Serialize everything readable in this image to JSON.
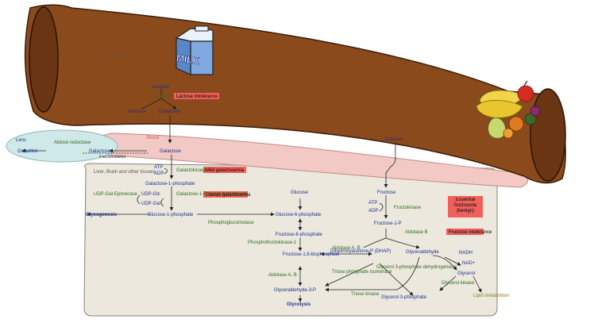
{
  "regions": {
    "intestine": "Intestine",
    "blood": "Blood",
    "lens": "Lens",
    "liver": "Liver, Brain and other tissues"
  },
  "milk_label": "MILK",
  "metabolites": {
    "lactose": "Lactose",
    "glucose_intestine": "Glucose",
    "galactose_intestine": "Galactose",
    "galactose_blood": "Galactose",
    "galactose_lens": "Galactose",
    "galactitol": "Galactitol",
    "sucrose": "Sucrose",
    "atp1": "ATP",
    "adp1": "ADP",
    "galactose_1_p": "Galactose-1-phosphate",
    "udp_glc": "UDP-Glc",
    "udp_gal": "UDP-Gal",
    "glucose_1_p": "Glucose-1-phosphate",
    "glycogenesis": "Glycogenesis",
    "glucose": "Glucose",
    "glucose_6_p": "Glucose-6-phosphate",
    "fructose_6_p": "Fructose-6-phosphate",
    "fructose_16_bp": "Fructose-1,6-bisphosphate",
    "glyceraldehyde_3_p": "Glyceraldehyde-3-P",
    "glycolysis": "Glycolysis",
    "dhap": "Dihydroxyacetone-P (DHAP)",
    "fructose": "Fructose",
    "atp2": "ATP",
    "adp2": "ADP",
    "fructose_1_p": "Fructose-1-P",
    "glyceraldehyde": "Glyceraldehyde",
    "nadh": "NADH",
    "nad": "NAD+",
    "glycerol": "Glycerol",
    "glycerol_3_p": "Glycerol 3-phosphate",
    "lipid_metabolism": "Lipid metabolism"
  },
  "enzymes": {
    "lactase": "Lactase",
    "aldose_reductase": "Aldose reductase",
    "galactokinase": "Galactokinase",
    "galt": "Galactose-1-P-uridylyltransferase",
    "epimerase": "UDP-Gal-Epimerase",
    "phosphoglucomutase": "Phosphoglucomutase",
    "pfk1": "Phosphofructokinase-1",
    "aldolase_ab_1": "Aldolase A, B",
    "aldolase_ab_2": "Aldolase A, B",
    "tpi": "Triose phosphate isomerase",
    "g3pdh": "Glycerol 3-phosphate dehydrogenase",
    "triose_kinase": "Triose kinase",
    "fructokinase": "Fructokinase",
    "aldolase_b": "Aldolase B",
    "glycerol_kinase": "Glycerol kinase"
  },
  "accumulation": "if accumulation",
  "diseases": {
    "lactose_intolerance": "Lactose intolerance",
    "mild_galactosemia": "Mild galactosemia",
    "classic_galactosemia": "Classic galactosemia",
    "essential_fructosuria": "Essential fructosuria (benign)",
    "fructose_intolerance": "Fructose intolerance"
  },
  "colors": {
    "intestine": "#8b4a1c",
    "blood": "#f2c9c4",
    "lens": "#cfe8e8",
    "tissue": "#ece8de",
    "disease_box": "#f0605a",
    "metabolite": "#1c2f8a",
    "enzyme": "#2e6b1e"
  }
}
